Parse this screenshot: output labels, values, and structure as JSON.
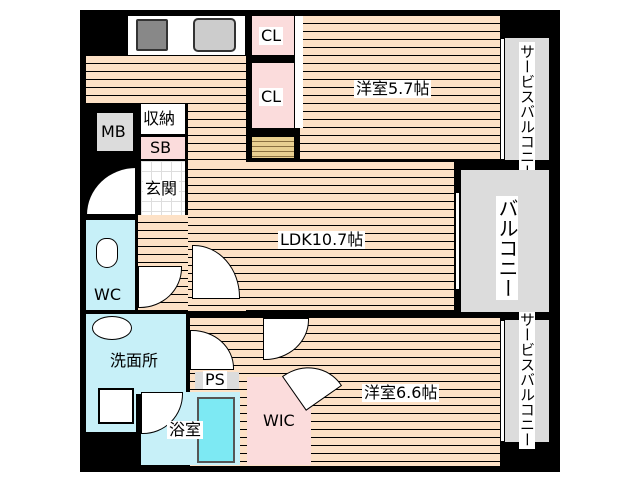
{
  "rooms": {
    "cl_top": "CL",
    "cl_mid": "CL",
    "western_room_1": "洋室5.7帖",
    "service_balcony_top": "サービスバルコニー",
    "mb": "MB",
    "storage": "収納",
    "sb": "SB",
    "entrance": "玄関",
    "ldk": "LDK10.7帖",
    "balcony": "バルコニー",
    "wc": "WC",
    "washroom": "洗面所",
    "ps": "PS",
    "bathroom": "浴室",
    "wic": "WIC",
    "western_room_2": "洋室6.6帖",
    "service_balcony_bottom": "サービスバルコニー"
  },
  "colors": {
    "floor": "#fde1c6",
    "wet_area": "#c7f0f8",
    "closet": "#fbdcdc",
    "balcony": "#dcdcdc",
    "wall": "#000000"
  }
}
